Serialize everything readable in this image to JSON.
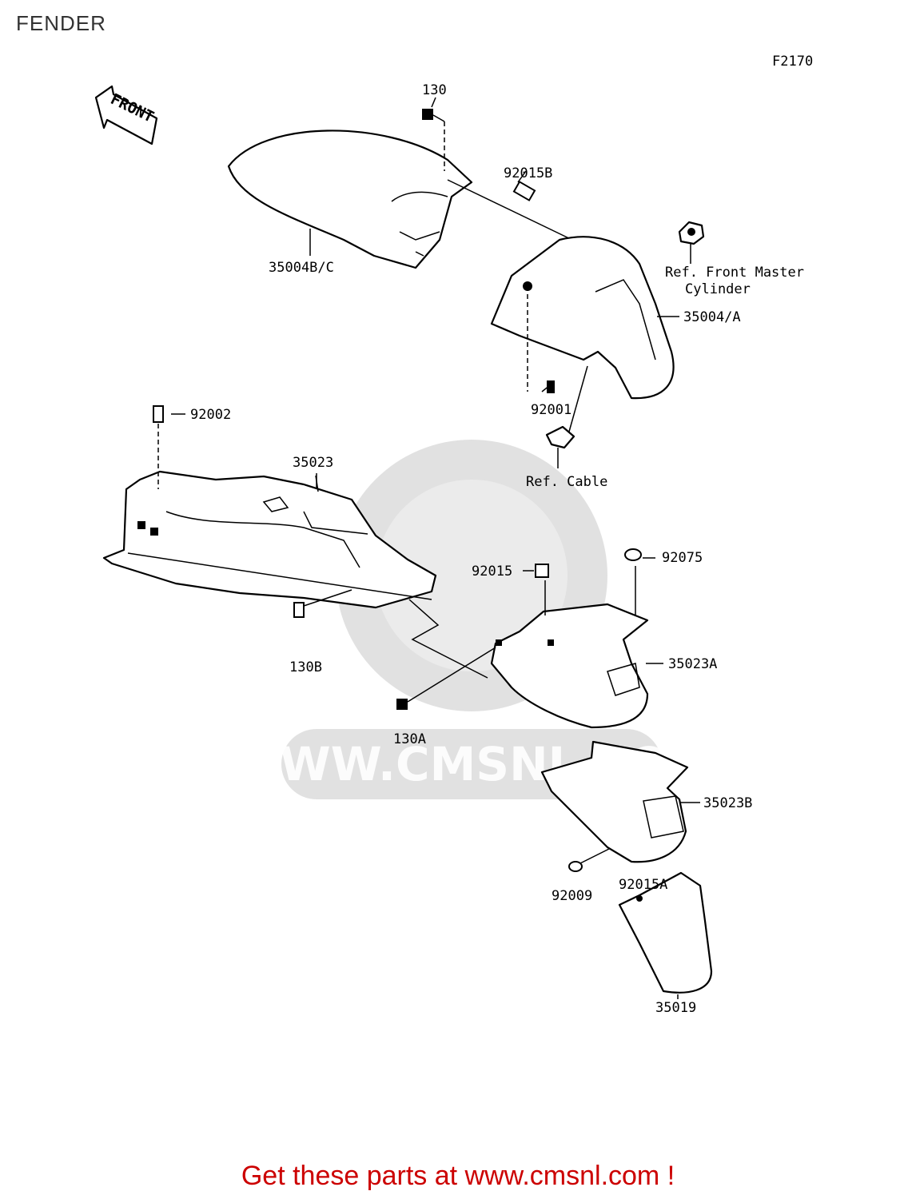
{
  "page": {
    "title": "FENDER",
    "diagram_code": "F2170",
    "front_label": "FRONT",
    "watermark_text": "WWW.CMSNL.COM",
    "footer_text": "Get these parts at www.cmsnl.com !",
    "footer_color": "#cc0000"
  },
  "parts": {
    "p130": "130",
    "p92015B": "92015B",
    "p35004BC": "35004B/C",
    "ref_master_1": "Ref. Front Master",
    "ref_master_2": "Cylinder",
    "p35004A": "35004/A",
    "p92001": "92001",
    "ref_cable": "Ref. Cable",
    "p92002": "92002",
    "p35023": "35023",
    "p92075": "92075",
    "p92015": "92015",
    "p35023A": "35023A",
    "p130B": "130B",
    "p130A": "130A",
    "p35023B": "35023B",
    "p92009": "92009",
    "p92015A": "92015A",
    "p35019": "35019"
  }
}
